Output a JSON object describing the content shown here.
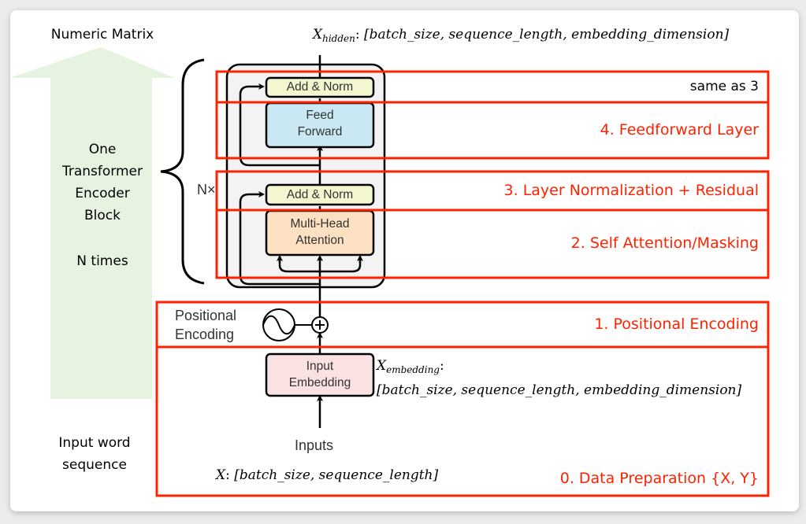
{
  "left_labels": {
    "top": "Numeric Matrix",
    "middle_lines": [
      "One",
      "Transformer",
      "Encoder",
      "Block"
    ],
    "repeat": "N times",
    "bottom_lines": [
      "Input word",
      "sequence"
    ]
  },
  "repeat_marker": "N×",
  "blocks": {
    "add_norm_top": "Add & Norm",
    "feed_forward": [
      "Feed",
      "Forward"
    ],
    "add_norm_bottom": "Add & Norm",
    "multi_head_attention": [
      "Multi-Head",
      "Attention"
    ],
    "positional_encoding": [
      "Positional",
      "Encoding"
    ],
    "input_embedding": [
      "Input",
      "Embedding"
    ],
    "inputs": "Inputs"
  },
  "shapes": {
    "x_hidden": {
      "symbol": "X",
      "subscript": "hidden",
      "dims": "[batch_size, sequence_length, embedding_dimension]"
    },
    "x_embedding": {
      "symbol": "X",
      "subscript": "embedding",
      "dims": "[batch_size, sequence_length, embedding_dimension]"
    },
    "x_input": {
      "symbol": "X",
      "dims": "[batch_size, sequence_length]"
    }
  },
  "stages": [
    {
      "id": "same",
      "label": "same as 3"
    },
    {
      "id": "4",
      "label": "4. Feedforward Layer"
    },
    {
      "id": "3",
      "label": "3. Layer Normalization + Residual"
    },
    {
      "id": "2",
      "label": "2. Self Attention/Masking"
    },
    {
      "id": "1",
      "label": "1. Positional Encoding"
    },
    {
      "id": "0",
      "label": "0. Data Preparation {X, Y}"
    }
  ],
  "colors": {
    "highlight_red": "#ff2200",
    "arrow_green": "#e6f3e0",
    "add_norm_fill": "#f4f6cf",
    "feed_forward_fill": "#c9e8f4",
    "attention_fill": "#fbe0c2",
    "embedding_fill": "#fbe2e2",
    "encoder_block_fill": "#f3f3f3"
  }
}
